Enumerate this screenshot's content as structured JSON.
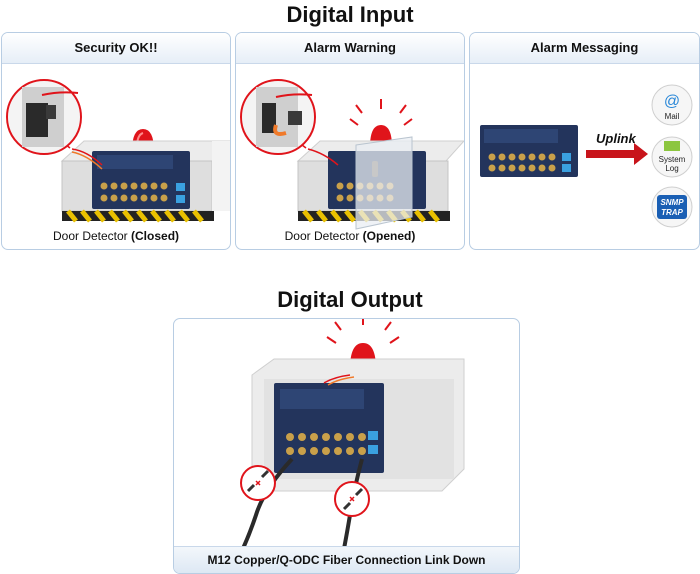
{
  "digital_input": {
    "title": "Digital Input",
    "panels": [
      {
        "header": "Security OK!!",
        "caption_prefix": "Door Detector ",
        "caption_bold": "(Closed)"
      },
      {
        "header": "Alarm Warning",
        "caption_prefix": "Door Detector ",
        "caption_bold": "(Opened)"
      },
      {
        "header": "Alarm Messaging",
        "uplink_label": "Uplink",
        "icons": [
          {
            "name": "mail-icon",
            "label": "Mail"
          },
          {
            "name": "system-log-icon",
            "label_line1": "System",
            "label_line2": "Log"
          },
          {
            "name": "snmp-trap-icon",
            "label_line1": "SNMP",
            "label_line2": "TRAP"
          }
        ]
      }
    ]
  },
  "digital_output": {
    "title": "Digital Output",
    "footer": "M12 Copper/Q-ODC Fiber Connection Link Down"
  },
  "colors": {
    "panel_border": "#b8cde3",
    "alarm_red": "#e0141b",
    "device_blue": "#23345c",
    "arrow_red": "#c8141b"
  }
}
